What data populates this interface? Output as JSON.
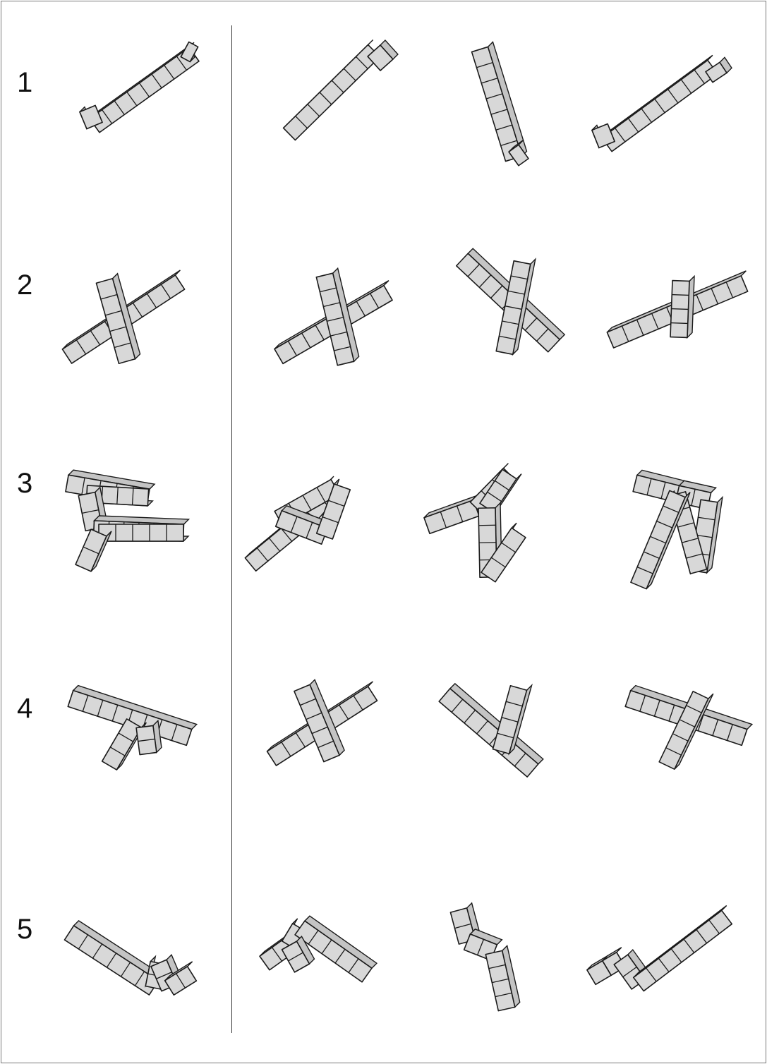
{
  "rows": [
    {
      "number": "1"
    },
    {
      "number": "2"
    },
    {
      "number": "3"
    },
    {
      "number": "4"
    },
    {
      "number": "5"
    }
  ],
  "colors": {
    "cube_face": "#d8d8d8",
    "cube_side": "#c4c4c4",
    "cube_edge": "#1a1a1a",
    "divider": "#333333",
    "frame": "#7a7a7a"
  }
}
